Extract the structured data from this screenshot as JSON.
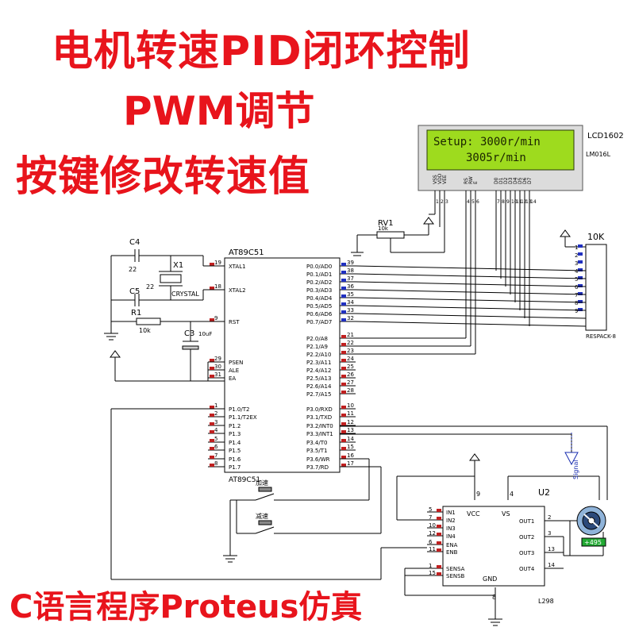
{
  "titles": {
    "line1": "电机转速PID闭环控制",
    "line2": "PWM调节",
    "line3": "按键修改转速值",
    "footer": "C语言程序Proteus仿真"
  },
  "lcd": {
    "name": "LCD1602",
    "model": "LM016L",
    "row1": "Setup: 3000r/min",
    "row2": "3005r/min",
    "pins": [
      "VSS",
      "VDD",
      "VEE",
      "RS",
      "RW",
      "E",
      "D0",
      "D1",
      "D2",
      "D3",
      "D4",
      "D5",
      "D6",
      "D7"
    ],
    "pin_numbers": [
      "1",
      "2",
      "3",
      "4",
      "5",
      "6",
      "7",
      "8",
      "9",
      "10",
      "11",
      "12",
      "13",
      "14"
    ]
  },
  "mcu": {
    "name": "AT89C51",
    "left_pins": [
      {
        "num": "19",
        "label": "XTAL1"
      },
      {
        "num": "18",
        "label": "XTAL2"
      },
      {
        "num": "9",
        "label": "RST"
      },
      {
        "num": "29",
        "label": "PSEN"
      },
      {
        "num": "30",
        "label": "ALE"
      },
      {
        "num": "31",
        "label": "EA"
      },
      {
        "num": "1",
        "label": "P1.0/T2"
      },
      {
        "num": "2",
        "label": "P1.1/T2EX"
      },
      {
        "num": "3",
        "label": "P1.2"
      },
      {
        "num": "4",
        "label": "P1.3"
      },
      {
        "num": "5",
        "label": "P1.4"
      },
      {
        "num": "6",
        "label": "P1.5"
      },
      {
        "num": "7",
        "label": "P1.6"
      },
      {
        "num": "8",
        "label": "P1.7"
      }
    ],
    "right_pins": [
      {
        "num": "39",
        "label": "P0.0/AD0"
      },
      {
        "num": "38",
        "label": "P0.1/AD1"
      },
      {
        "num": "37",
        "label": "P0.2/AD2"
      },
      {
        "num": "36",
        "label": "P0.3/AD3"
      },
      {
        "num": "35",
        "label": "P0.4/AD4"
      },
      {
        "num": "34",
        "label": "P0.5/AD5"
      },
      {
        "num": "33",
        "label": "P0.6/AD6"
      },
      {
        "num": "32",
        "label": "P0.7/AD7"
      },
      {
        "num": "21",
        "label": "P2.0/A8"
      },
      {
        "num": "22",
        "label": "P2.1/A9"
      },
      {
        "num": "23",
        "label": "P2.2/A10"
      },
      {
        "num": "24",
        "label": "P2.3/A11"
      },
      {
        "num": "25",
        "label": "P2.4/A12"
      },
      {
        "num": "26",
        "label": "P2.5/A13"
      },
      {
        "num": "27",
        "label": "P2.6/A14"
      },
      {
        "num": "28",
        "label": "P2.7/A15"
      },
      {
        "num": "10",
        "label": "P3.0/RXD"
      },
      {
        "num": "11",
        "label": "P3.1/TXD"
      },
      {
        "num": "12",
        "label": "P3.2/INT0"
      },
      {
        "num": "13",
        "label": "P3.3/INT1"
      },
      {
        "num": "14",
        "label": "P3.4/T0"
      },
      {
        "num": "15",
        "label": "P3.5/T1"
      },
      {
        "num": "16",
        "label": "P3.6/WR"
      },
      {
        "num": "17",
        "label": "P3.7/RD"
      }
    ]
  },
  "components": {
    "c4": "C4",
    "c4_value": "22",
    "c5": "C5",
    "c5_value": "22",
    "x1": "X1",
    "x1_value": "CRYSTAL",
    "r1": "R1",
    "r1_value": "10k",
    "c3": "C3",
    "c3_value": "10uF",
    "rv1": "RV1",
    "rv1_value": "10k",
    "respack": "10K",
    "respack_model": "RESPACK-8",
    "respack_pins": [
      "1",
      "2",
      "3",
      "4",
      "5",
      "6",
      "7",
      "8",
      "9"
    ],
    "btn_up": "加速",
    "btn_down": "减速"
  },
  "driver": {
    "name": "U2",
    "model": "L298",
    "vcc": "VCC",
    "vs": "VS",
    "gnd": "GND",
    "pin_vcc": "9",
    "pin_vs": "4",
    "pin_gnd": "8",
    "left_pins": [
      {
        "num": "5",
        "label": "IN1"
      },
      {
        "num": "7",
        "label": "IN2"
      },
      {
        "num": "10",
        "label": "IN3"
      },
      {
        "num": "12",
        "label": "IN4"
      },
      {
        "num": "6",
        "label": "ENA"
      },
      {
        "num": "11",
        "label": "ENB"
      },
      {
        "num": "1",
        "label": "SENSA"
      },
      {
        "num": "15",
        "label": "SENSB"
      }
    ],
    "right_pins": [
      {
        "num": "2",
        "label": "OUT1"
      },
      {
        "num": "3",
        "label": "OUT2"
      },
      {
        "num": "13",
        "label": "OUT3"
      },
      {
        "num": "14",
        "label": "OUT4"
      }
    ]
  },
  "motor": {
    "readout": "+495",
    "probe": "Signal"
  }
}
